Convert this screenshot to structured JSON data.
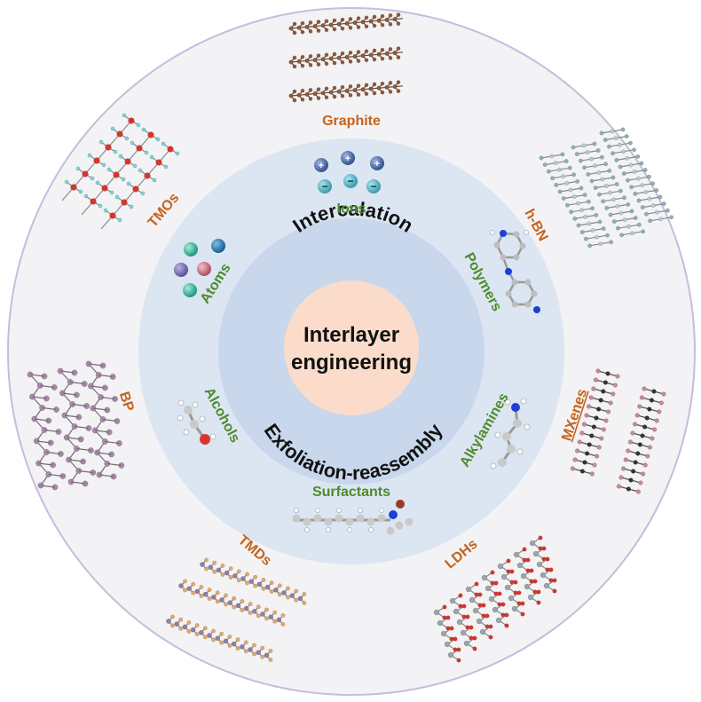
{
  "center": {
    "line1": "Interlayer",
    "line2": "engineering"
  },
  "methods": {
    "top": "Intercalation",
    "bottom": "Exfoliation-reassembly"
  },
  "intercalants": {
    "ions": "Ions",
    "polymers": "Polymers",
    "alkylamines": "Alkylamines",
    "surfactants": "Surfactants",
    "alcohols": "Alcohols",
    "atoms": "Atoms"
  },
  "materials": {
    "graphite": "Graphite",
    "hbn": "h-BN",
    "mxenes": "MXenes",
    "ldhs": "LDHs",
    "tmds": "TMDs",
    "bp": "BP",
    "tmos": "TMOs"
  },
  "ion_signs": {
    "plus": "+",
    "minus": "−"
  },
  "colors": {
    "outer_ring": "#f3f2f5",
    "outer_border": "#c4bedc",
    "middle_ring": "#dbe6f2",
    "inner_ring": "#c8d7ec",
    "core": "#fbdccb",
    "material_label": "#c5631b",
    "intercalant_label": "#4f8a2e",
    "graphite_atom": "#8b5a3c",
    "hbn_atom": "#8fb0b4",
    "mxene_atom": "#c58a99",
    "ldh_metal": "#9aa6a6",
    "oxygen": "#d9342b",
    "tmd_metal": "#8f7fa0",
    "tmd_chalcogen": "#e5a86a",
    "bp_atom": "#a888a8"
  }
}
